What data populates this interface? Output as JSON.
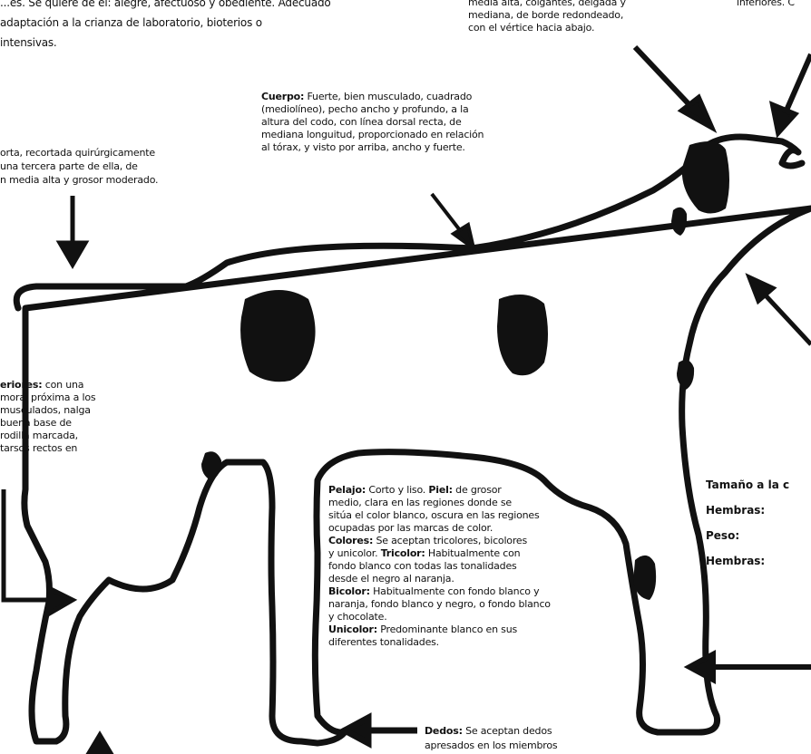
{
  "intro": {
    "line1": "...es. Se quiere de él: alegre, afectuoso y obediente. Adecuado",
    "line2": "adaptación a la crianza de laboratorio, bioterios o",
    "line3": "intensivas."
  },
  "ears": {
    "line1": "media alta, colgantes, delgada y",
    "line2": "mediana, de borde redondeado,",
    "line3": "con el vértice hacia abajo."
  },
  "top_right_fragment": "inferiores. C",
  "body": {
    "label": "Cuerpo:",
    "line1": "Fuerte, bien musculado, cuadrado",
    "line2": "(mediolíneo), pecho ancho y profundo, a la",
    "line3": "altura del codo, con línea dorsal recta, de",
    "line4": "mediana longuitud, proporcionado en relación",
    "line5": "al tórax, y visto por arriba, ancho y fuerte."
  },
  "tail": {
    "line1": "orta, recortada quirúrgicamente",
    "line2": "una tercera parte de ella, de",
    "line3": "n media alta y grosor moderado."
  },
  "hindlimbs": {
    "label": "eriores:",
    "line1": "con una",
    "line2": "moral próxima a los",
    "line3": "musculados, nalga",
    "line4": "buena base de",
    "line5": "rodilla marcada,",
    "line6": "tarsos rectos en"
  },
  "coat": {
    "pelajo_label": "Pelajo:",
    "pelajo_text": "Corto y liso.",
    "piel_label": "Piel:",
    "piel_text": "de grosor",
    "l2": "medio, clara en las regiones donde se",
    "l3": "sitúa el color blanco, oscura en las regiones",
    "l4": "ocupadas por las marcas de color.",
    "colores_label": "Colores:",
    "colores_text": "Se aceptan tricolores, bicolores",
    "l6a": "y unicolor.",
    "tricolor_label": "Tricolor:",
    "tricolor_text": "Habitualmente con",
    "l7": "fondo blanco con todas las tonalidades",
    "l8": "desde el negro al naranja.",
    "bicolor_label": "Bicolor:",
    "bicolor_text": "Habitualmente con fondo blanco y",
    "l10": "naranja, fondo blanco y negro, o fondo blanco",
    "l11": "y chocolate.",
    "unicolor_label": "Unicolor:",
    "unicolor_text": "Predominante blanco en sus",
    "l13": "diferentes tonalidades."
  },
  "toes": {
    "label": "Dedos:",
    "line1": "Se aceptan dedos",
    "line2": "apresados en los miembros"
  },
  "size": {
    "title": "Tamaño a la c",
    "males1": "Hembras:",
    "weight": "Peso:",
    "males2": "Hembras:"
  },
  "colors": {
    "ink": "#111111",
    "background": "#ffffff"
  }
}
